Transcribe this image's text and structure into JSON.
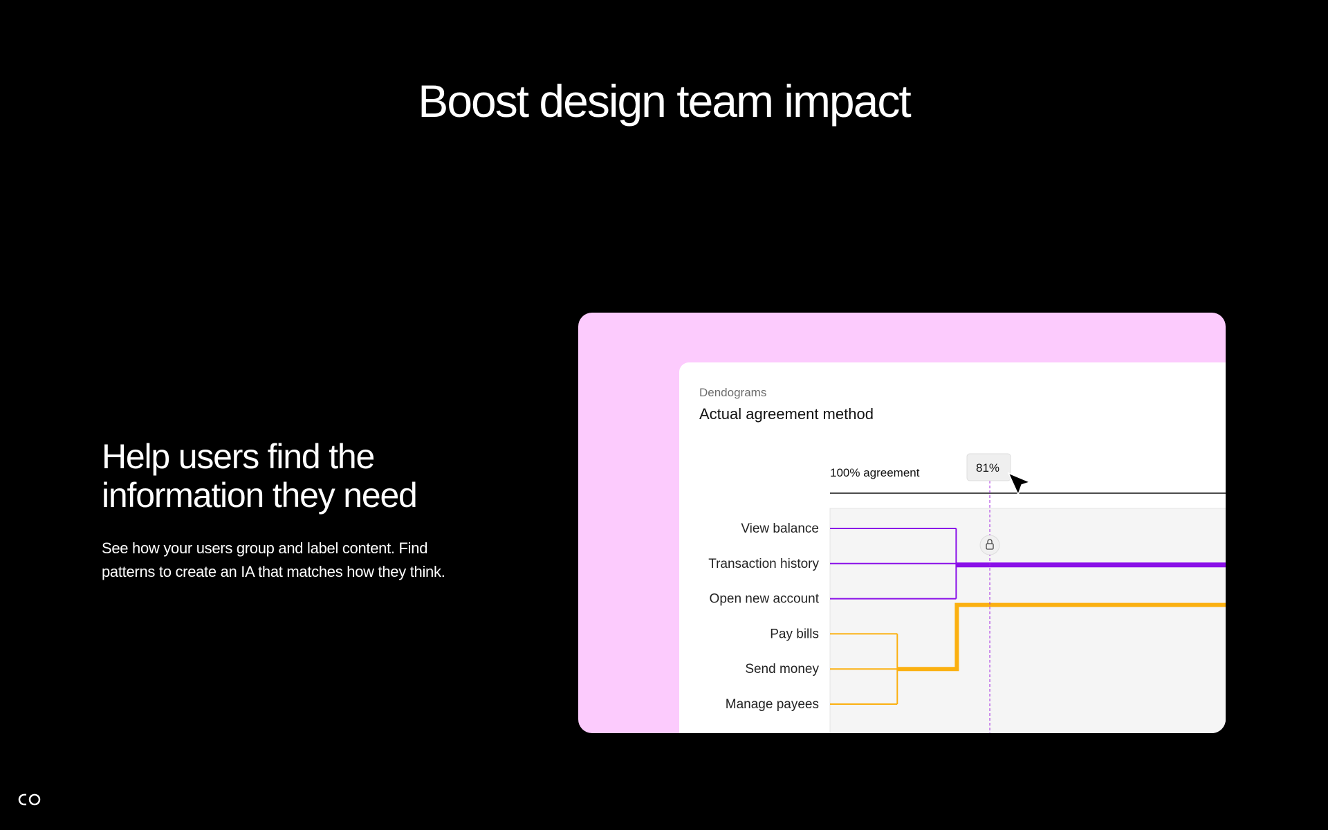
{
  "hero": {
    "title": "Boost design team impact"
  },
  "feature": {
    "heading": "Help users find the information they need",
    "text": "See how your users group and label content. Find patterns to create an IA that matches how they think."
  },
  "panel": {
    "kicker": "Dendograms",
    "title": "Actual agreement method"
  },
  "chart_data": {
    "type": "dendrogram",
    "axis_label": "100% agreement",
    "cursor_value_label": "81%",
    "cursor_value": 81,
    "leaves": [
      "View balance",
      "Transaction history",
      "Open new account",
      "Pay bills",
      "Send money",
      "Manage payees"
    ],
    "clusters": [
      {
        "name": "purple",
        "leaves": [
          0,
          1,
          2
        ],
        "merge_agreement": 85,
        "color": "#8a10e8"
      },
      {
        "name": "orange",
        "leaves": [
          3,
          4,
          5
        ],
        "merge_agreement": 92,
        "color": "#fbb010"
      }
    ],
    "x_range": [
      100,
      48
    ]
  },
  "icons": {
    "lock": "lock-icon",
    "cursor": "cursor-pointer-icon",
    "logo": "brand-logo-icon"
  }
}
